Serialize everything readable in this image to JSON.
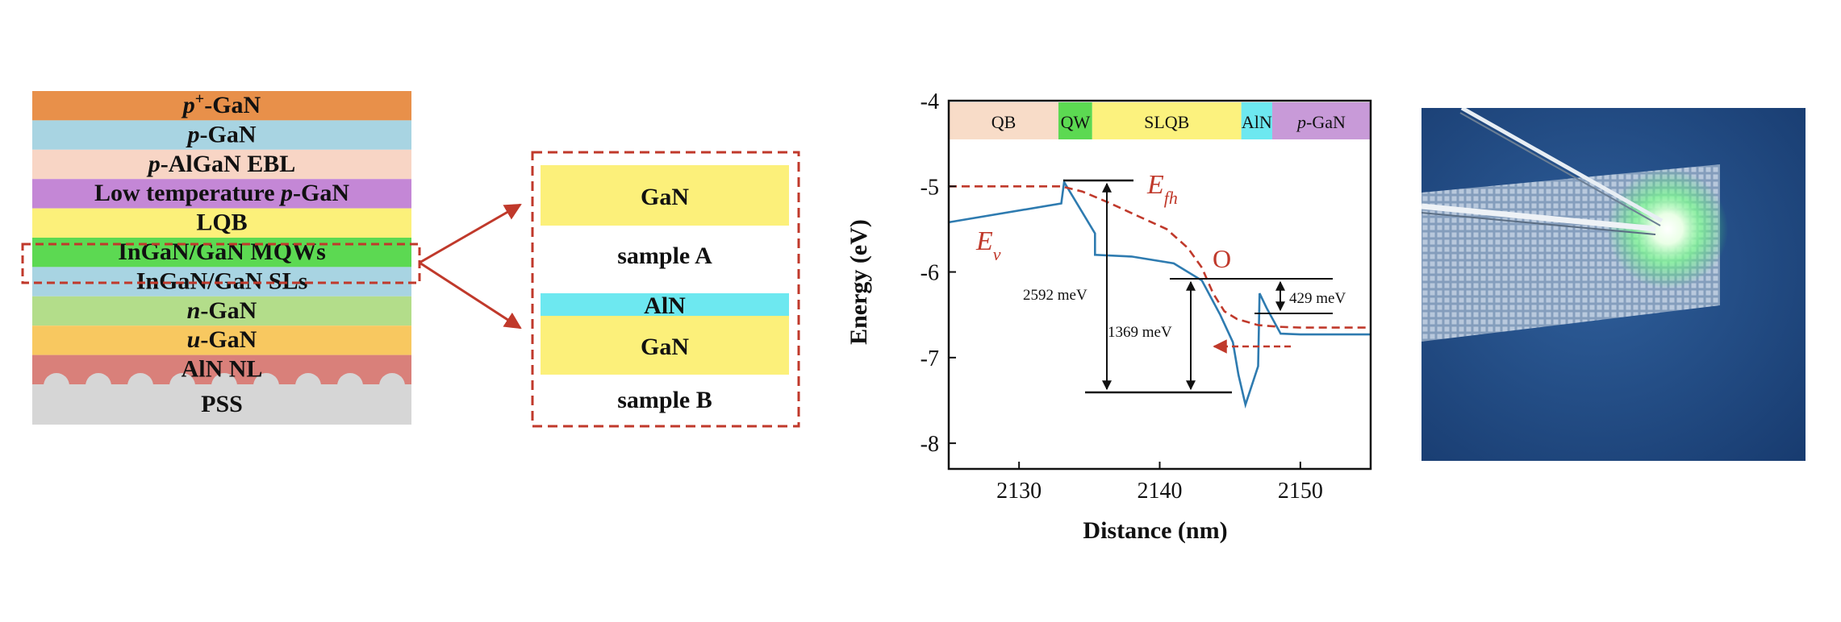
{
  "layer_stack": {
    "layers": [
      {
        "label_parts": [
          {
            "t": "p",
            "i": true
          },
          {
            "t": "+",
            "sup": true
          },
          {
            "t": "-GaN"
          }
        ],
        "color": "#e8904a"
      },
      {
        "label_parts": [
          {
            "t": "p",
            "i": true
          },
          {
            "t": "-GaN"
          }
        ],
        "color": "#a8d4e2"
      },
      {
        "label_parts": [
          {
            "t": "p",
            "i": true
          },
          {
            "t": "-AlGaN EBL"
          }
        ],
        "color": "#f8d5c5"
      },
      {
        "label_parts": [
          {
            "t": "Low temperature "
          },
          {
            "t": "p",
            "i": true
          },
          {
            "t": "-GaN"
          }
        ],
        "color": "#c487d6"
      },
      {
        "label_parts": [
          {
            "t": "LQB"
          }
        ],
        "color": "#fcf07a"
      },
      {
        "label_parts": [
          {
            "t": "InGaN/GaN MQWs"
          }
        ],
        "color": "#5cd952"
      },
      {
        "label_parts": [
          {
            "t": "InGaN/GaN SLs"
          }
        ],
        "color": "#a8d4e2"
      },
      {
        "label_parts": [
          {
            "t": "n",
            "i": true
          },
          {
            "t": "-GaN"
          }
        ],
        "color": "#b3dd8a"
      },
      {
        "label_parts": [
          {
            "t": "u",
            "i": true
          },
          {
            "t": "-GaN"
          }
        ],
        "color": "#f8c860"
      },
      {
        "label_parts": [
          {
            "t": "AlN  NL"
          }
        ],
        "color": "#d9807a"
      },
      {
        "label_parts": [
          {
            "t": "PSS"
          }
        ],
        "color": "#d6d6d6"
      }
    ]
  },
  "zoom_box": {
    "layer_top": "GaN",
    "label_a": "sample A",
    "layer_aln": "AlN",
    "layer_bottom": "GaN",
    "label_b": "sample B",
    "colors": {
      "gan": "#fcf07a",
      "aln": "#6de8f0",
      "dash": "#c0392b"
    }
  },
  "chart_data": {
    "type": "line",
    "xlabel": "Distance (nm)",
    "ylabel": "Energy (eV)",
    "xlim": [
      2125,
      2155
    ],
    "ylim": [
      -8.3,
      -4
    ],
    "xticks": [
      2130,
      2140,
      2150
    ],
    "yticks": [
      -4,
      -5,
      -6,
      -7,
      -8
    ],
    "regions": [
      {
        "label": "QB",
        "x0": 2125,
        "x1": 2132.8,
        "color": "#f8dcc8"
      },
      {
        "label": "QW",
        "x0": 2132.8,
        "x1": 2135.2,
        "color": "#5cd952"
      },
      {
        "label": "SLQB",
        "x0": 2135.2,
        "x1": 2145.8,
        "color": "#fcf27e"
      },
      {
        "label": "AlN",
        "x0": 2145.8,
        "x1": 2148,
        "color": "#6de8f0"
      },
      {
        "label_parts": [
          {
            "t": "p",
            "i": true
          },
          {
            "t": "-GaN"
          }
        ],
        "x0": 2148,
        "x1": 2155,
        "color": "#c89ad8"
      }
    ],
    "series": [
      {
        "name": "Ev",
        "style": "solid",
        "color": "#2e7bb0",
        "x": [
          2125,
          2133,
          2133.2,
          2135.4,
          2135.4,
          2138,
          2141,
          2143,
          2144.3,
          2145.2,
          2145.6,
          2146.1,
          2147,
          2147.1,
          2147.6,
          2148.6,
          2150,
          2155
        ],
        "y": [
          -5.42,
          -5.2,
          -4.95,
          -5.55,
          -5.8,
          -5.82,
          -5.9,
          -6.1,
          -6.5,
          -6.82,
          -7.2,
          -7.55,
          -7.1,
          -6.25,
          -6.42,
          -6.72,
          -6.73,
          -6.73
        ]
      },
      {
        "name": "Efh",
        "style": "dashed",
        "color": "#c0392b",
        "x": [
          2125,
          2133,
          2134.5,
          2136.5,
          2138.5,
          2140.5,
          2142,
          2143,
          2143.8,
          2144.6,
          2145.5,
          2147,
          2148.5,
          2150,
          2155
        ],
        "y": [
          -5.0,
          -5.0,
          -5.06,
          -5.2,
          -5.35,
          -5.5,
          -5.72,
          -5.95,
          -6.25,
          -6.46,
          -6.55,
          -6.62,
          -6.64,
          -6.65,
          -6.65
        ]
      }
    ],
    "labels": {
      "ev_parts": [
        {
          "t": "E",
          "i": true
        },
        {
          "t": "v",
          "sub": true,
          "i": true
        }
      ],
      "efh_parts": [
        {
          "t": "E",
          "i": true
        },
        {
          "t": "fh",
          "sub": true,
          "i": true
        }
      ],
      "marker_o": "O"
    },
    "annotations": [
      {
        "text": "2592 meV"
      },
      {
        "text": "1369 meV"
      },
      {
        "text": "429 meV"
      }
    ]
  }
}
